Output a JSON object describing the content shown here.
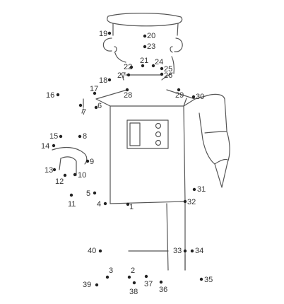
{
  "labels": {
    "n1": "1",
    "n2": "2",
    "n3": "3",
    "n4": "4",
    "n5": "5",
    "n6": "6",
    "n7": "7",
    "n8": "8",
    "n9": "9",
    "n10": "10",
    "n11": "11",
    "n12": "12",
    "n13": "13",
    "n14": "14",
    "n15": "15",
    "n16": "16",
    "n17": "17",
    "n19": "19",
    "n20": "20",
    "n21": "21",
    "n22": "22",
    "n23": "23",
    "n24": "24",
    "n25": "25",
    "n26": "26",
    "n27": "27",
    "n18": "18",
    "n28": "28",
    "n29": "29",
    "n30": "30",
    "n31": "31",
    "n32": "32",
    "n33": "33",
    "n34": "34",
    "n35": "35",
    "n36": "36",
    "n37": "37",
    "n38": "38",
    "n39": "39",
    "n40": "40"
  }
}
